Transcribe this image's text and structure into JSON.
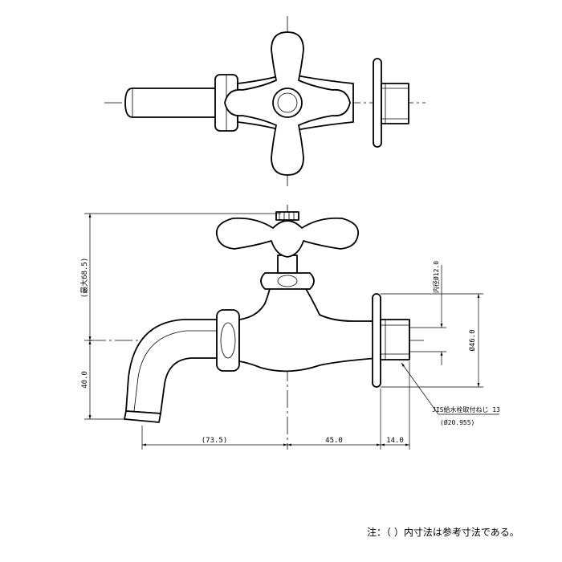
{
  "dimensions": {
    "max_height": "(最大68.5)",
    "spout_height": "40.0",
    "horizontal_reach": "(73.5)",
    "body_length": "45.0",
    "thread_length": "14.0",
    "inner_diameter": "内径Ø12.0",
    "flange_diameter": "Ø46.0"
  },
  "callout": {
    "thread_spec": "JIS給水栓取付ねじ 13",
    "thread_diameter": "(Ø20.955)"
  },
  "note": "注：（ ）内寸法は参考寸法である。"
}
